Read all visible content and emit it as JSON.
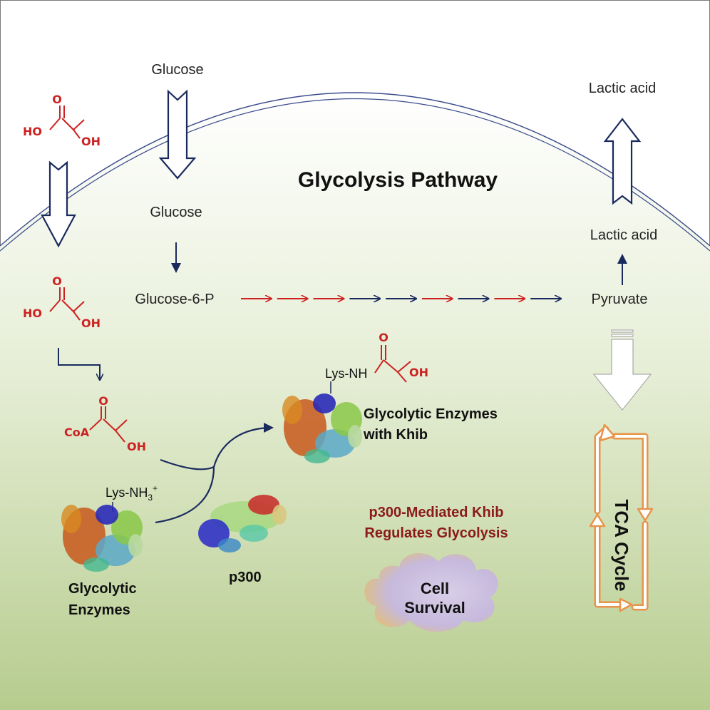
{
  "title": "Glycolysis Pathway",
  "labels": {
    "glucose_outside": "Glucose",
    "glucose_inside": "Glucose",
    "glucose6p": "Glucose-6-P",
    "pyruvate": "Pyruvate",
    "lactic_inside": "Lactic acid",
    "lactic_outside": "Lactic acid",
    "enzymes_khib_line1": "Glycolytic Enzymes",
    "enzymes_khib_line2": "with Khib",
    "enzymes_line1": "Glycolytic",
    "enzymes_line2": "Enzymes",
    "p300": "p300",
    "lys_nh": "Lys-NH",
    "lys_nh3_base": "Lys-NH",
    "lys_nh3_sub": "3",
    "lys_nh3_sup": "+",
    "tca": "TCA Cycle",
    "regulation_line1": "p300-Mediated Khib",
    "regulation_line2": "Regulates Glycolysis",
    "survival_line1": "Cell",
    "survival_line2": "Survival"
  },
  "molecules": {
    "ho": "HO",
    "oh": "OH",
    "o": "O",
    "coa": "CoA"
  },
  "pathway_arrow_colors": [
    "#cc2222",
    "#cc2222",
    "#cc2222",
    "#1a2a5e",
    "#1a2a5e",
    "#cc2222",
    "#1a2a5e",
    "#cc2222",
    "#1a2a5e"
  ],
  "colors": {
    "navy": "#1a2a5e",
    "red": "#cc2222",
    "dark_red": "#8b1a1a",
    "orange": "#e8944a",
    "cloud": "#c9bddc"
  }
}
